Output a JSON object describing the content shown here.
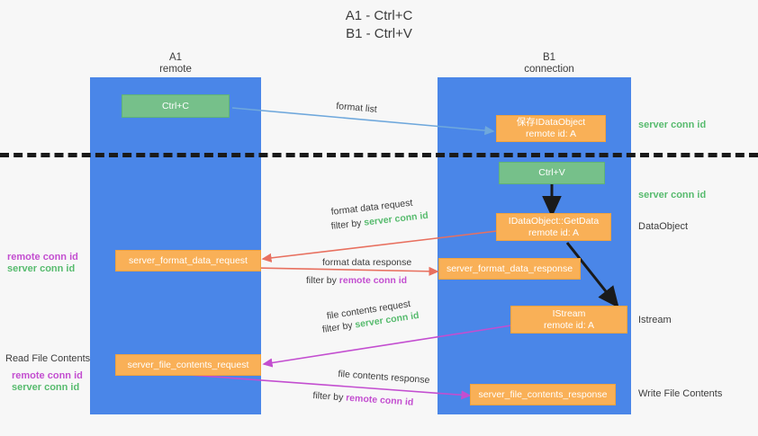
{
  "title": "A1 - Ctrl+C\nB1 - Ctrl+V",
  "columns": [
    {
      "name": "A1",
      "sub": "remote"
    },
    {
      "name": "B1",
      "sub": "connection"
    }
  ],
  "boxes": {
    "ctrl_c": "Ctrl+C",
    "ctrl_v": "Ctrl+V",
    "save_idataobject_l1": "保存IDataObject",
    "save_idataobject_l2": "remote id: A",
    "getdata_l1": "IDataObject::GetData",
    "getdata_l2": "remote id: A",
    "istream_l1": "IStream",
    "istream_l2": "remote id: A",
    "server_format_data_request": "server_format_data_request",
    "server_format_data_response": "server_format_data_response",
    "server_file_contents_request": "server_file_contents_request",
    "server_file_contents_response": "server_file_contents_response"
  },
  "right_labels": {
    "server_conn_id_1": "server conn id",
    "server_conn_id_2": "server conn id",
    "dataobject": "DataObject",
    "istream": "Istream",
    "write_file_contents": "Write File Contents"
  },
  "left_labels": {
    "remote_conn_id_1": "remote conn id",
    "server_conn_id_1": "server conn id",
    "read_file_contents": "Read File Contents",
    "remote_conn_id_2": "remote conn id",
    "server_conn_id_2": "server conn id"
  },
  "edges": {
    "format_list": "format list",
    "format_data_request": "format data request",
    "filter_by": "filter by ",
    "filter_server_conn_id": "server conn id",
    "format_data_response": "format data response",
    "filter_remote_conn_id": "remote conn id",
    "file_contents_request": "file contents request",
    "file_contents_response": "file contents response"
  },
  "colors": {
    "lane": "#4a86e8",
    "green_box": "#76c08a",
    "orange_box": "#f9b057",
    "green_text": "#57bb6e",
    "purple_text": "#c34ed0",
    "arrow_blue": "#6fa8dc",
    "arrow_red": "#e8705f",
    "arrow_magenta": "#c34ed0",
    "arrow_dark": "#1a1a1a",
    "divider": "#1a1a1a",
    "background": "#f7f7f7"
  }
}
